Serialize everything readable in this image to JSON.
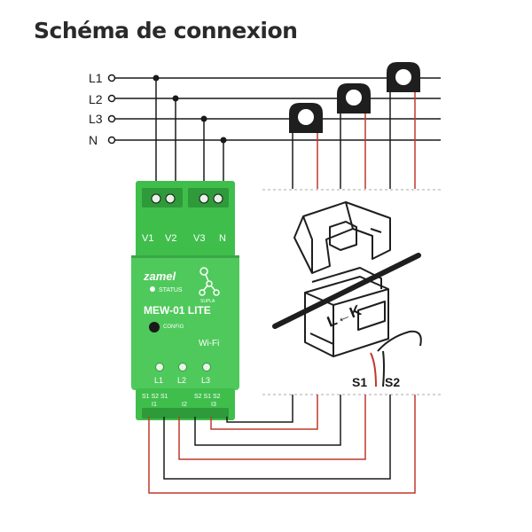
{
  "title": "Schéma de connexion",
  "lines": [
    "L1",
    "L2",
    "L3",
    "N"
  ],
  "device": {
    "brand": "zamel",
    "status_label": "STATUS",
    "model": "MEW-01 LITE",
    "config_label": "CONFIG",
    "wifi_label": "Wi-Fi",
    "app_label": "SUPLA",
    "voltage_inputs": [
      "V1",
      "V2",
      "V3",
      "N"
    ],
    "leds": [
      "L1",
      "L2",
      "L3"
    ],
    "ct_inputs": [
      "S1 S2 S1",
      "S2 S1 S2"
    ],
    "ct_groups": [
      "I1",
      "I2",
      "I3"
    ]
  },
  "clamp": {
    "arrow_label": "L←K",
    "s1": "S1",
    "s2": "S2"
  },
  "colors": {
    "device_green": "#3fbe4c",
    "device_green_light": "#5fd06a",
    "wire": "#1a1a1a",
    "sense_wire": "#c0392b",
    "clamp": "#1e1e1e"
  }
}
